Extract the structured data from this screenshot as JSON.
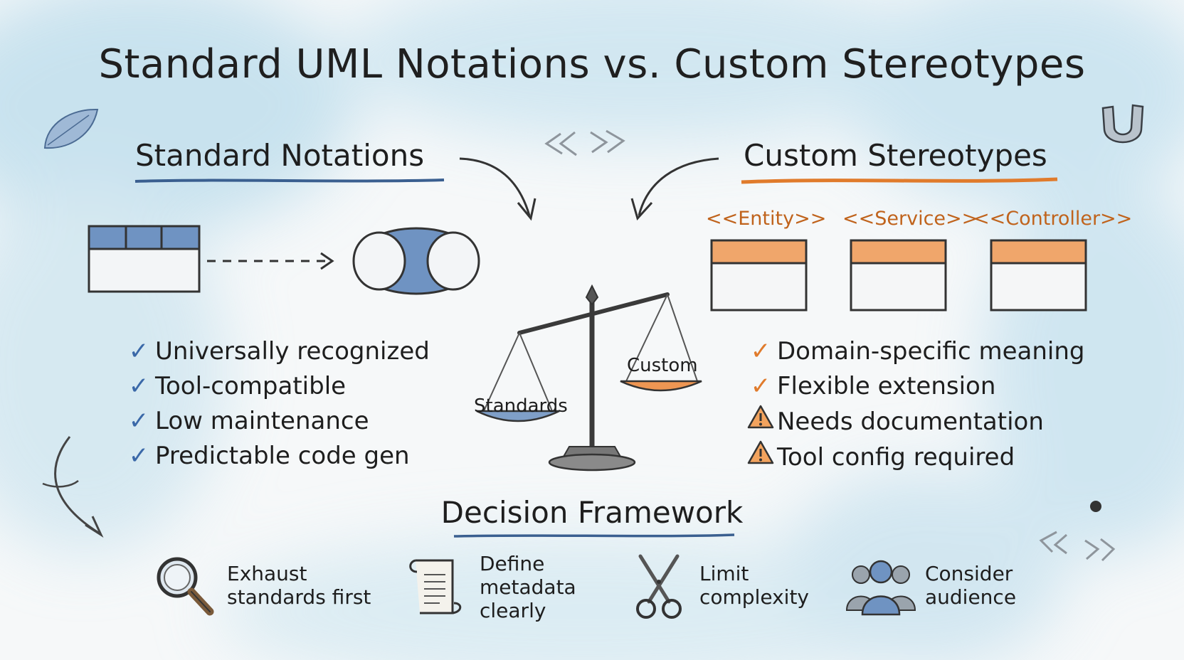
{
  "title": "Standard UML Notations vs. Custom Stereotypes",
  "standard": {
    "heading": "Standard Notations",
    "benefits": [
      {
        "icon": "check-icon",
        "text": "Universally recognized"
      },
      {
        "icon": "check-icon",
        "text": "Tool-compatible"
      },
      {
        "icon": "check-icon",
        "text": "Low maintenance"
      },
      {
        "icon": "check-icon",
        "text": "Predictable code gen"
      }
    ]
  },
  "custom": {
    "heading": "Custom Stereotypes",
    "stereotypes": [
      "<<Entity>>",
      "<<Service>>",
      "<<Controller>>"
    ],
    "benefits": [
      {
        "icon": "check-icon",
        "text": "Domain-specific meaning"
      },
      {
        "icon": "check-icon",
        "text": "Flexible extension"
      },
      {
        "icon": "warning-icon",
        "text": "Needs documentation"
      },
      {
        "icon": "warning-icon",
        "text": "Tool config required"
      }
    ]
  },
  "scale": {
    "left_label": "Standards",
    "right_label": "Custom"
  },
  "decision": {
    "heading": "Decision Framework",
    "items": [
      {
        "icon": "magnifier-icon",
        "lines": [
          "Exhaust",
          "standards first"
        ]
      },
      {
        "icon": "scroll-icon",
        "lines": [
          "Define",
          "metadata",
          "clearly"
        ]
      },
      {
        "icon": "scissors-icon",
        "lines": [
          "Limit",
          "complexity"
        ]
      },
      {
        "icon": "people-icon",
        "lines": [
          "Consider",
          "audience"
        ]
      }
    ]
  },
  "colors": {
    "standard_accent": "#3a68a8",
    "custom_accent": "#e07b2c",
    "stereotype_text": "#c0631c"
  }
}
